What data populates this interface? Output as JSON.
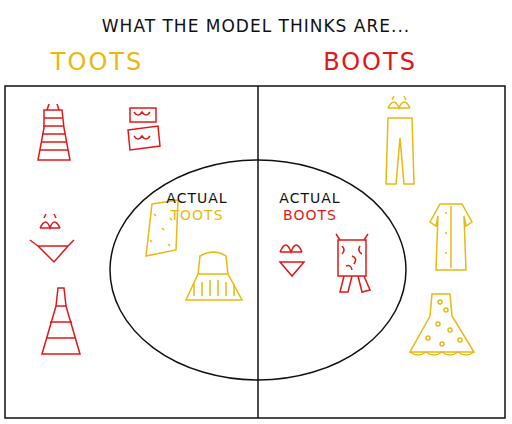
{
  "diagram": {
    "title": "WHAT THE MODEL THINKS ARE...",
    "nodes": [
      {
        "text": [
          "TOOTS"
        ]
      },
      {
        "text": [
          "BOOTS"
        ]
      },
      {
        "text": [
          "ACTUAL",
          "TOOTS"
        ],
        "in": 0
      },
      {
        "text": [
          "ACTUAL",
          "BOOTS"
        ],
        "in": 1
      }
    ]
  }
}
